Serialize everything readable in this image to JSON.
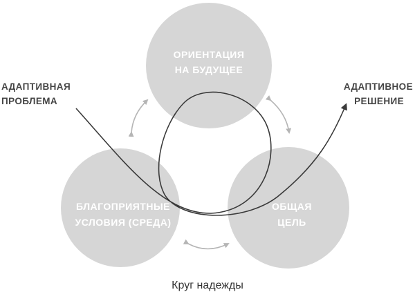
{
  "diagram": {
    "caption": "Круг надежды",
    "nodes": {
      "future": {
        "line1": "ОРИЕНТАЦИЯ",
        "line2": "НА БУДУЩЕЕ"
      },
      "environment": {
        "line1": "БЛАГОПРИЯТНЫЕ",
        "line2": "УСЛОВИЯ (СРЕДА)"
      },
      "goal": {
        "line1": "ОБЩАЯ",
        "line2": "ЦЕЛЬ"
      }
    },
    "side_labels": {
      "problem": {
        "line1": "АДАПТИВНАЯ",
        "line2": "ПРОБЛЕМА"
      },
      "solution": {
        "line1": "АДАПТИВНОЕ",
        "line2": "РЕШЕНИЕ"
      }
    },
    "colors": {
      "circle_fill": "#d6d6d6",
      "circle_text": "#ffffff",
      "curve": "#3a3a3a",
      "arrow": "#b5b5b5",
      "side_text": "#444444"
    }
  }
}
